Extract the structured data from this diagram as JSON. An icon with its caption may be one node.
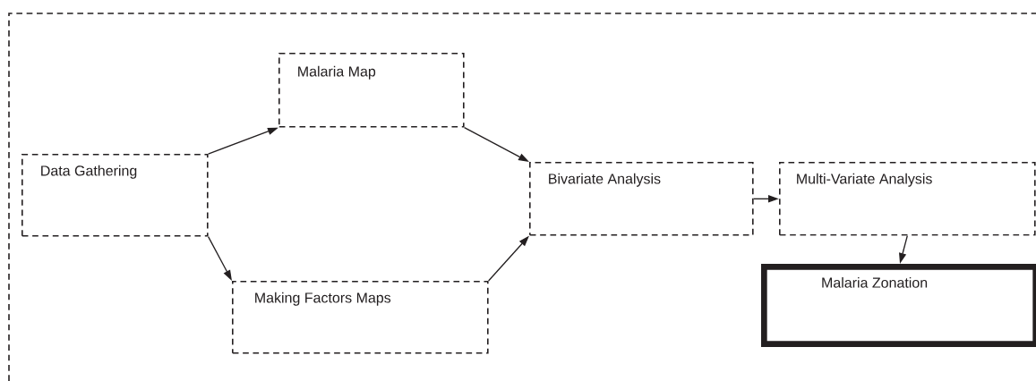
{
  "diagram": {
    "nodes": [
      {
        "text": [
          "Data Gathering"
        ]
      },
      {
        "text": [
          "Malaria Map"
        ]
      },
      {
        "text": [
          "Making Factors Maps"
        ]
      },
      {
        "text": [
          "Bivariate Analysis"
        ]
      },
      {
        "text": [
          "Multi-Variate Analysis"
        ]
      },
      {
        "text": [
          "Malaria Zonation"
        ]
      }
    ],
    "edges": [
      {
        "from": 0,
        "to": 1,
        "arrow": "to"
      },
      {
        "from": 0,
        "to": 2,
        "arrow": "to"
      },
      {
        "from": 1,
        "to": 3,
        "arrow": "to"
      },
      {
        "from": 2,
        "to": 3,
        "arrow": "to"
      },
      {
        "from": 3,
        "to": 4,
        "arrow": "to"
      },
      {
        "from": 4,
        "to": 5,
        "arrow": "to"
      }
    ]
  }
}
